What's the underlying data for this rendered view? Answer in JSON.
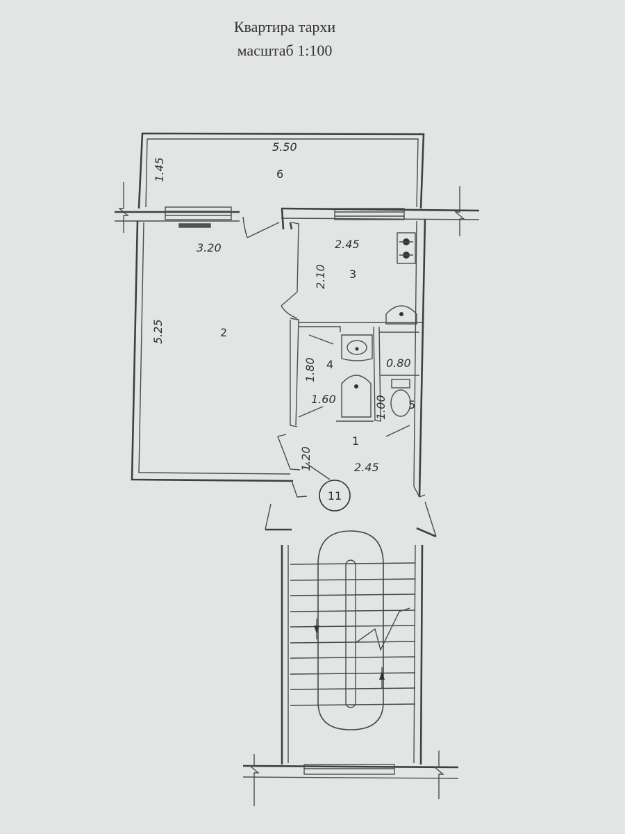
{
  "header": {
    "title": "Квартира тархи",
    "scale": "масштаб 1:100"
  },
  "rooms": [
    {
      "number": "1",
      "width": "2.45",
      "depth": "1.20"
    },
    {
      "number": "2",
      "width": "3.20",
      "depth": "5.25"
    },
    {
      "number": "3",
      "width": "2.45",
      "depth": "2.10"
    },
    {
      "number": "4",
      "width": "1.60",
      "depth": "1.80"
    },
    {
      "number": "5",
      "width": "0.80",
      "depth": "1.00"
    },
    {
      "number": "6",
      "width": "5.50",
      "depth": "1.45"
    }
  ],
  "stair_marker": "11"
}
